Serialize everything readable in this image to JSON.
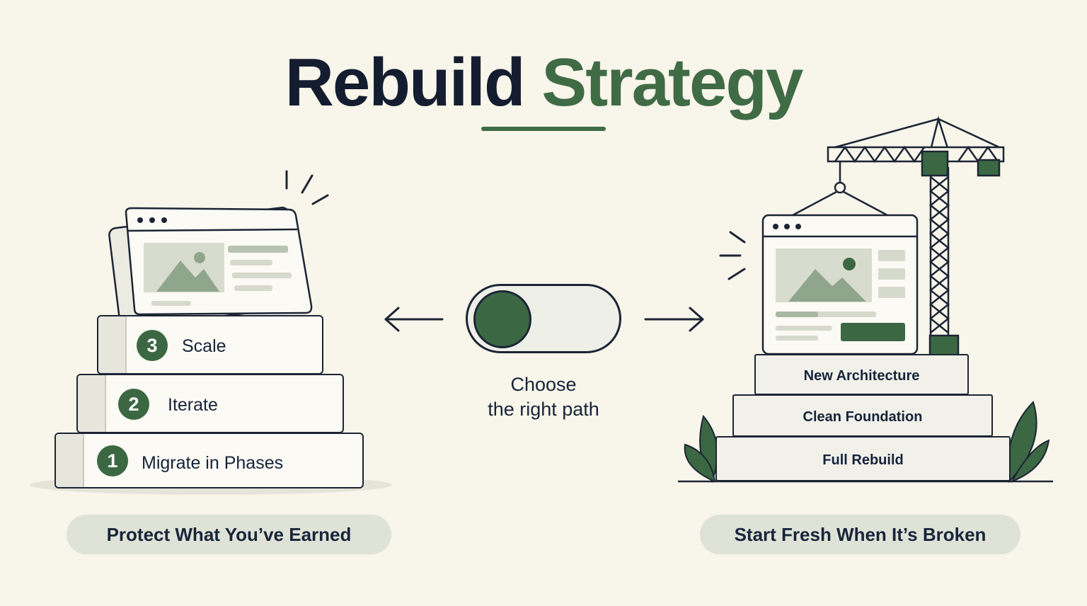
{
  "title": {
    "part1": "Rebuild",
    "part2": "Strategy"
  },
  "left": {
    "steps": [
      {
        "number": "3",
        "label": "Scale"
      },
      {
        "number": "2",
        "label": "Iterate"
      },
      {
        "number": "1",
        "label": "Migrate in Phases"
      }
    ],
    "caption": "Protect What You’ve Earned"
  },
  "center": {
    "choose_line1": "Choose",
    "choose_line2": "the right path"
  },
  "right": {
    "blocks": [
      "New Architecture",
      "Clean Foundation",
      "Full Rebuild"
    ],
    "caption": "Start Fresh When It’s Broken"
  },
  "colors": {
    "accent_green": "#3f6b45",
    "dark_navy": "#141d30",
    "background": "#f8f5ea",
    "pill_bg": "#dfe3d7"
  }
}
